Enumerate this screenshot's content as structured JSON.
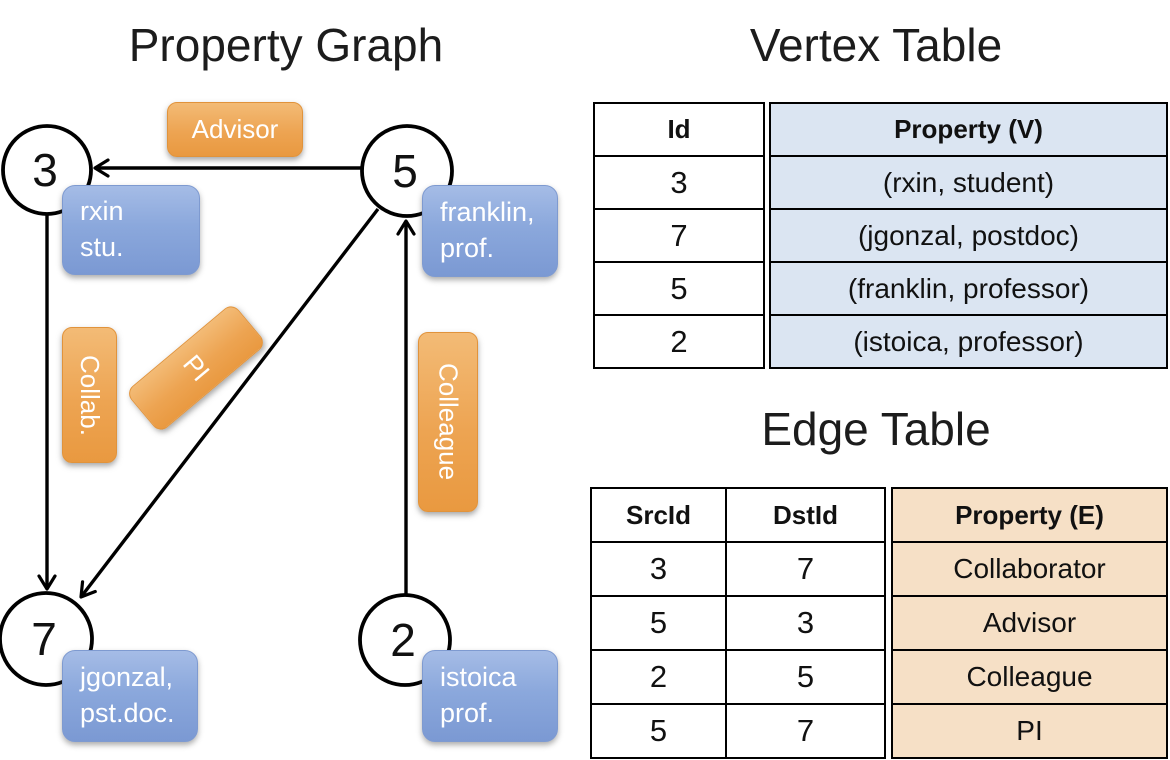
{
  "graph": {
    "title": "Property Graph",
    "nodes": [
      {
        "id": "3",
        "property_line1": "rxin",
        "property_line2": "stu."
      },
      {
        "id": "5",
        "property_line1": "franklin,",
        "property_line2": "prof."
      },
      {
        "id": "7",
        "property_line1": "jgonzal,",
        "property_line2": "pst.doc."
      },
      {
        "id": "2",
        "property_line1": "istoica",
        "property_line2": "prof."
      }
    ],
    "edges": [
      {
        "src": "5",
        "dst": "3",
        "label": "Advisor"
      },
      {
        "src": "3",
        "dst": "7",
        "label": "Collab."
      },
      {
        "src": "5",
        "dst": "7",
        "label": "PI"
      },
      {
        "src": "2",
        "dst": "5",
        "label": "Colleague"
      }
    ]
  },
  "vertex_table": {
    "title": "Vertex Table",
    "columns": {
      "id": "Id",
      "property": "Property (V)"
    },
    "rows": [
      {
        "id": "3",
        "property": "(rxin, student)"
      },
      {
        "id": "7",
        "property": "(jgonzal, postdoc)"
      },
      {
        "id": "5",
        "property": "(franklin, professor)"
      },
      {
        "id": "2",
        "property": "(istoica, professor)"
      }
    ]
  },
  "edge_table": {
    "title": "Edge Table",
    "columns": {
      "src": "SrcId",
      "dst": "DstId",
      "property": "Property (E)"
    },
    "rows": [
      {
        "src": "3",
        "dst": "7",
        "property": "Collaborator"
      },
      {
        "src": "5",
        "dst": "3",
        "property": "Advisor"
      },
      {
        "src": "2",
        "dst": "5",
        "property": "Colleague"
      },
      {
        "src": "5",
        "dst": "7",
        "property": "PI"
      }
    ]
  },
  "colors": {
    "vertex_property_box_top": "#a5bce6",
    "vertex_property_box_bottom": "#7b99d3",
    "edge_property_box_top": "#f3bb76",
    "edge_property_box_bottom": "#e99940",
    "vertex_table_property_bg": "#dbe5f2",
    "edge_table_property_bg": "#f6e0c6",
    "line_color": "#000000",
    "text_on_boxes": "#ffffff"
  }
}
